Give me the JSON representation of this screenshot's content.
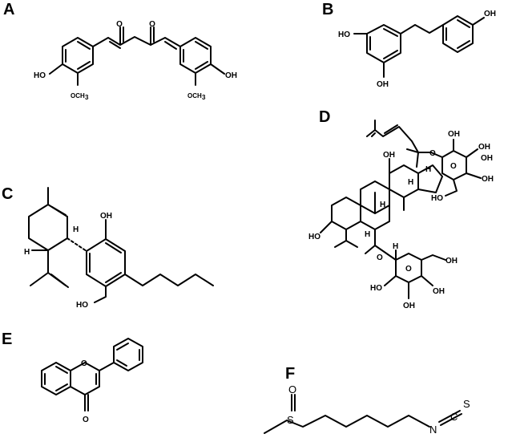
{
  "panels": [
    {
      "label": "A",
      "atoms": {
        "o1": "O",
        "o2": "O",
        "oh1": "HO",
        "och3_1": "OCH",
        "och3_1_sub": "3",
        "oh2": "OH",
        "och3_2": "OCH",
        "och3_2_sub": "3"
      }
    },
    {
      "label": "B",
      "atoms": {
        "ho": "HO",
        "oh_bottom": "OH",
        "oh_right": "OH"
      }
    },
    {
      "label": "C",
      "atoms": {
        "h1": "H",
        "h2": "H",
        "oh": "OH",
        "ho": "HO"
      }
    },
    {
      "label": "D",
      "atoms": {
        "ho3": "HO",
        "oh12": "OH",
        "h13": "H",
        "h17": "H",
        "h9": "H",
        "h5": "H",
        "o20": "O",
        "o6": "O",
        "s1_o": "O",
        "s1_oh1": "OH",
        "s1_oh2": "OH",
        "s1_oh3": "OH",
        "s1_oh4": "OH",
        "s1_ho": "HO",
        "s2_o": "O",
        "s2_h": "H",
        "s2_oh1": "OH",
        "s2_oh2": "OH",
        "s2_oh3": "OH",
        "s2_ho": "HO"
      }
    },
    {
      "label": "E",
      "atoms": {
        "o1": "O",
        "o4": "O"
      }
    },
    {
      "label": "F",
      "atoms": {
        "o": "O",
        "s": "S",
        "n": "N",
        "c": "C",
        "s2": "S"
      }
    }
  ]
}
